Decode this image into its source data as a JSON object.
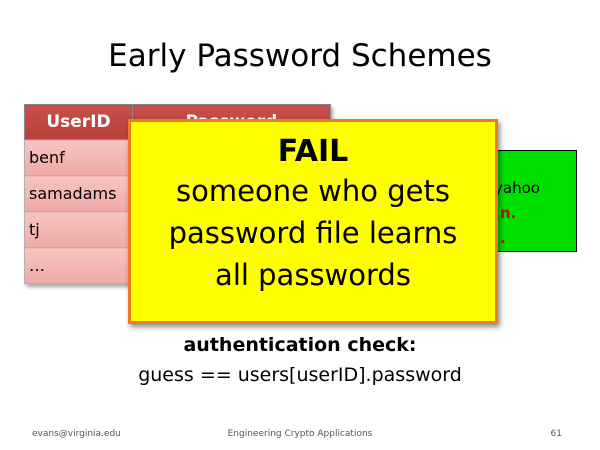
{
  "slide": {
    "title": "Early Password Schemes"
  },
  "table": {
    "headers": [
      "UserID",
      "Password"
    ],
    "rows": [
      [
        "benf",
        ""
      ],
      [
        "samadams",
        ""
      ],
      [
        "tj",
        ""
      ],
      [
        "…",
        ""
      ]
    ],
    "colors": {
      "header": "#c0443f",
      "cell": "#f4b6b4"
    }
  },
  "greenbox": {
    "line1": "yahoo",
    "line2": "n.",
    "line3": ".",
    "color": "#00e000"
  },
  "overlay": {
    "title": "FAIL",
    "lines": [
      "someone who gets",
      "password file learns",
      "all passwords"
    ],
    "color": "#ffff00",
    "border_color": "#f07a1e"
  },
  "auth": {
    "title": "authentication check:",
    "expression": "guess == users[userID].password"
  },
  "footer": {
    "left": "evans@virginia.edu",
    "center": "Engineering Crypto Applications",
    "right": "61"
  }
}
